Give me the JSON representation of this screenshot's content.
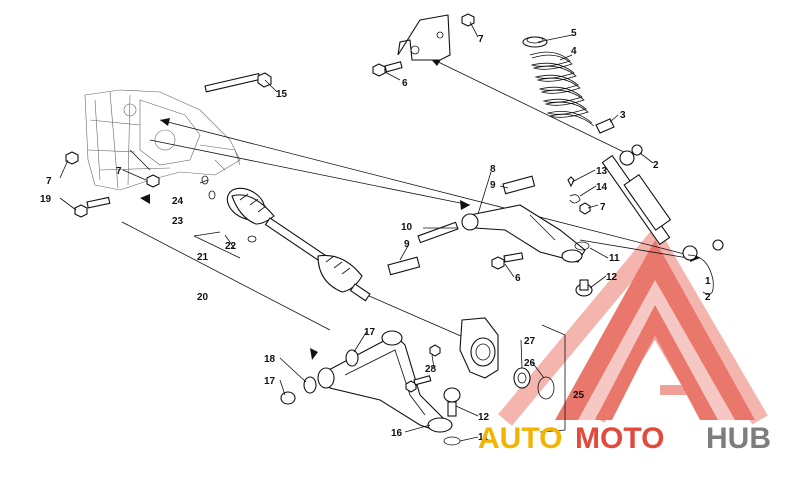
{
  "diagram": {
    "callouts": [
      {
        "id": "c1",
        "text": "1"
      },
      {
        "id": "c2a",
        "text": "2"
      },
      {
        "id": "c2b",
        "text": "2"
      },
      {
        "id": "c3",
        "text": "3"
      },
      {
        "id": "c4",
        "text": "4"
      },
      {
        "id": "c5",
        "text": "5"
      },
      {
        "id": "c6a",
        "text": "6"
      },
      {
        "id": "c6b",
        "text": "6"
      },
      {
        "id": "c7a",
        "text": "7"
      },
      {
        "id": "c7b",
        "text": "7"
      },
      {
        "id": "c7c",
        "text": "7"
      },
      {
        "id": "c7d",
        "text": "7"
      },
      {
        "id": "c8",
        "text": "8"
      },
      {
        "id": "c9a",
        "text": "9"
      },
      {
        "id": "c9b",
        "text": "9"
      },
      {
        "id": "c10",
        "text": "10"
      },
      {
        "id": "c11a",
        "text": "11"
      },
      {
        "id": "c11b",
        "text": "11"
      },
      {
        "id": "c12a",
        "text": "12"
      },
      {
        "id": "c12b",
        "text": "12"
      },
      {
        "id": "c13",
        "text": "13"
      },
      {
        "id": "c14",
        "text": "14"
      },
      {
        "id": "c15",
        "text": "15"
      },
      {
        "id": "c16",
        "text": "16"
      },
      {
        "id": "c17a",
        "text": "17"
      },
      {
        "id": "c17b",
        "text": "17"
      },
      {
        "id": "c18",
        "text": "18"
      },
      {
        "id": "c19",
        "text": "19"
      },
      {
        "id": "c20",
        "text": "20"
      },
      {
        "id": "c21",
        "text": "21"
      },
      {
        "id": "c22",
        "text": "22"
      },
      {
        "id": "c23",
        "text": "23"
      },
      {
        "id": "c24",
        "text": "24"
      },
      {
        "id": "c25",
        "text": "25"
      },
      {
        "id": "c26",
        "text": "26"
      },
      {
        "id": "c27",
        "text": "27"
      },
      {
        "id": "c28",
        "text": "28"
      }
    ]
  },
  "watermark": {
    "auto": "AUTO",
    "moto": "MOTO",
    "hub": "HUB",
    "colors": {
      "auto": "#f2b400",
      "moto": "#e44a3c",
      "hub": "#7e7e7e",
      "triangle": "#e44a3c"
    }
  }
}
